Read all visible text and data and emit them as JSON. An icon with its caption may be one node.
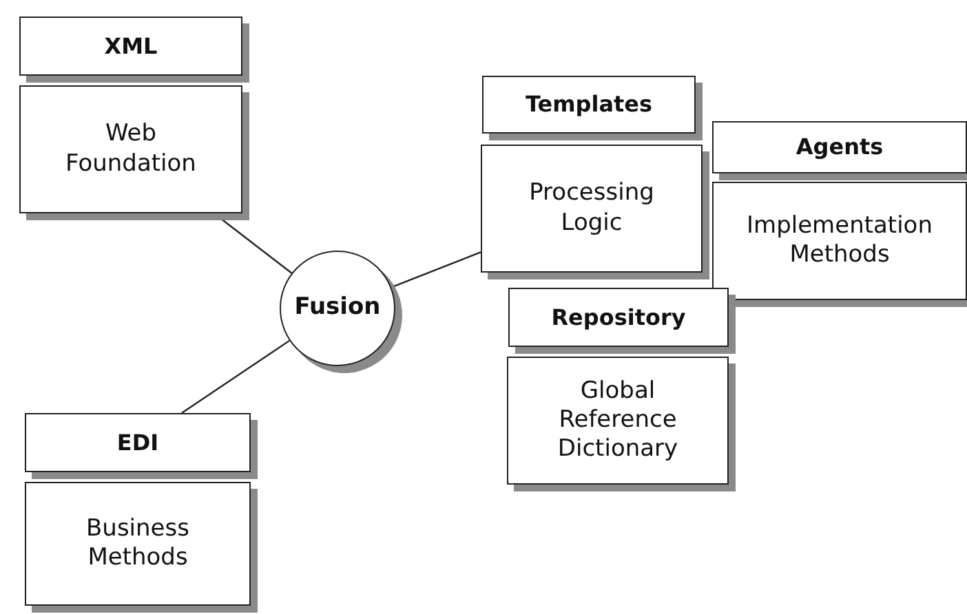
{
  "diagram": {
    "nodes": [
      {
        "text": [
          "XML"
        ]
      },
      {
        "text": [
          "Web Foundation"
        ]
      },
      {
        "text": [
          "Fusion"
        ]
      },
      {
        "text": [
          "Templates"
        ]
      },
      {
        "text": [
          "Processing Logic"
        ]
      },
      {
        "text": [
          "Agents"
        ]
      },
      {
        "text": [
          "Implementation Methods"
        ]
      },
      {
        "text": [
          "Repository"
        ]
      },
      {
        "text": [
          "Global Reference Dictionary"
        ]
      },
      {
        "text": [
          "EDI"
        ]
      },
      {
        "text": [
          "Business Methods"
        ]
      }
    ],
    "edges": [
      {
        "from": 1,
        "to": 2,
        "arrow": "none"
      },
      {
        "from": 2,
        "to": 4,
        "arrow": "none"
      },
      {
        "from": 2,
        "to": 9,
        "arrow": "none"
      }
    ]
  }
}
